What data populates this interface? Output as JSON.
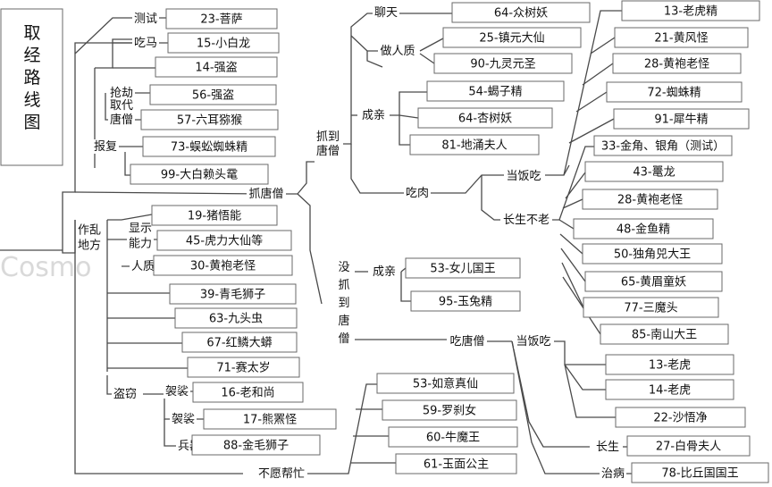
{
  "title": "取经路线图",
  "watermark": "Cosmo",
  "branches": {
    "ceshi": "测试",
    "chima": "吃马",
    "qiangjie": "抢劫",
    "qudai": "取代唐僧",
    "baofu": "报复",
    "zhuatangseng": "抓唐僧",
    "zhuadao": "抓到唐僧",
    "liaotian": "聊天",
    "zuorenzhi": "做人质",
    "chengqin": "成亲",
    "chirou": "吃肉",
    "dangfanchi": "当饭吃",
    "changsheng_bulao": "长生不老",
    "meizhuadao": "没抓到唐僧",
    "chengqin2": "成亲",
    "chitangseng": "吃唐僧",
    "dangfanchi2": "当饭吃",
    "changsheng": "长生",
    "zhibing": "治病",
    "zuoluan": "作乱地方",
    "xianshi": "显示能力",
    "renzhi": "人质",
    "daoqie": "盗窃",
    "jiasha1": "袈裟",
    "jiasha2": "袈裟",
    "bingqi": "兵器",
    "buyuan": "不愿帮忙"
  },
  "nodes": {
    "n_23": "23-菩萨",
    "n_15": "15-小白龙",
    "n_14a": "14-强盗",
    "n_56": "56-强盗",
    "n_57": "57-六耳猕猴",
    "n_73": "73-蜈蚣蜘蛛精",
    "n_99": "99-大白赖头鼋",
    "n_19": "19-猪悟能",
    "n_45": "45-虎力大仙等",
    "n_30": "30-黄袍老怪",
    "n_39": "39-青毛狮子",
    "n_63": "63-九头虫",
    "n_67": "67-红鳞大蟒",
    "n_71": "71-赛太岁",
    "n_16": "16-老和尚",
    "n_17": "17-熊罴怪",
    "n_88": "88-金毛狮子",
    "n_53r": "53-如意真仙",
    "n_59": "59-罗刹女",
    "n_60": "60-牛魔王",
    "n_61": "61-玉面公主",
    "n_64a": "64-众树妖",
    "n_25": "25-镇元大仙",
    "n_90": "90-九灵元圣",
    "n_54": "54-蝎子精",
    "n_64b": "64-杏树妖",
    "n_81": "81-地涌夫人",
    "n_53n": "53-女儿国王",
    "n_95": "95-玉兔精",
    "n_13a": "13-老虎精",
    "n_21": "21-黄风怪",
    "n_28a": "28-黄袍老怪",
    "n_72": "72-蜘蛛精",
    "n_91": "91-犀牛精",
    "n_33": "33-金角、银角（测试）",
    "n_43": "43-鼍龙",
    "n_28b": "28-黄袍老怪",
    "n_48": "48-金鱼精",
    "n_50": "50-独角兕大王",
    "n_65": "65-黄眉童妖",
    "n_77": "77-三魔头",
    "n_85": "85-南山大王",
    "n_13b": "13-老虎",
    "n_14b": "14-老虎",
    "n_22": "22-沙悟净",
    "n_27": "27-白骨夫人",
    "n_78": "78-比丘国国王"
  }
}
